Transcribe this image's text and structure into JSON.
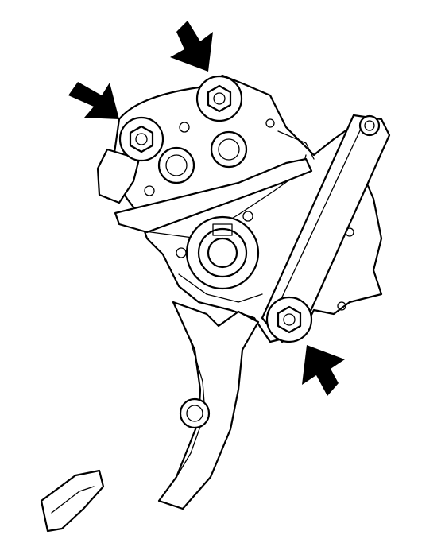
{
  "diagram": {
    "subject": "brake-pedal-assembly",
    "callout_arrows": [
      {
        "name": "arrow-top-nut",
        "points_to": "upper-mounting-nut"
      },
      {
        "name": "arrow-left-nut",
        "points_to": "left-mounting-nut"
      },
      {
        "name": "arrow-lower-nut",
        "points_to": "lower-mounting-nut"
      }
    ],
    "colors": {
      "line": "#000000",
      "background": "#ffffff"
    }
  }
}
